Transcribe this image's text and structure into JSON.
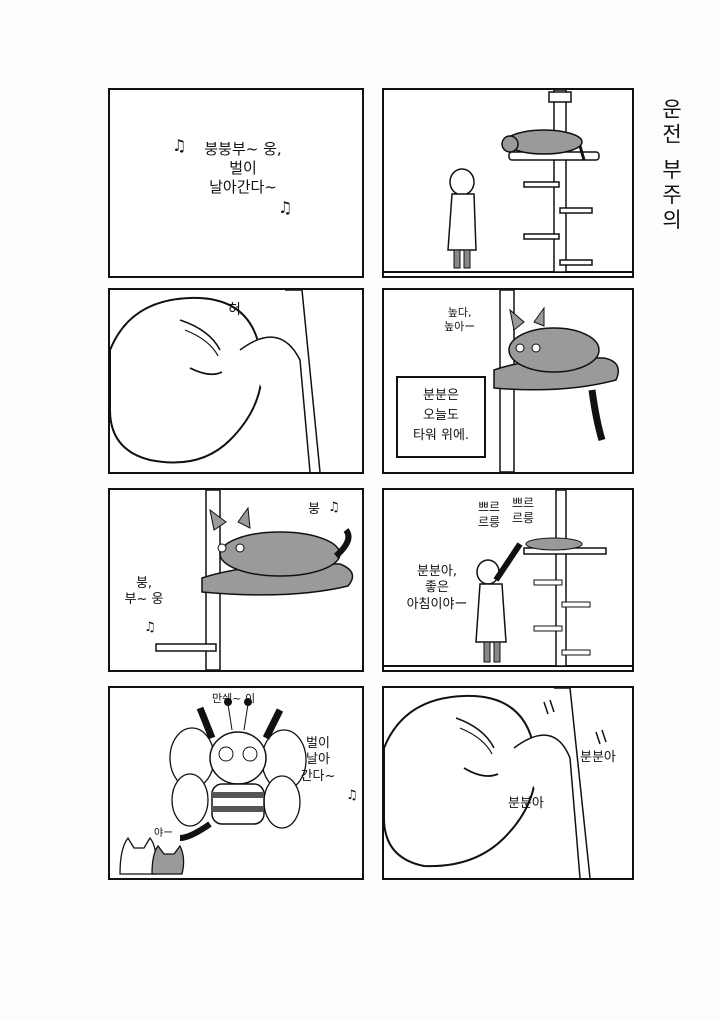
{
  "title": "운전 부주의",
  "panels": {
    "p1": {
      "song": "붕붕부~ 웅,\n벌이\n날아간다~"
    },
    "p3": {
      "sfx": "혀"
    },
    "p4": {
      "cat_voice": "높다,\n높아ー",
      "narration": "분분은\n오늘도\n타워 위에."
    },
    "p5": {
      "song_a": "붕",
      "song_b": "붕,\n부~ 웅"
    },
    "p6": {
      "sfx_a": "쁘르\n르릉",
      "sfx_b": "쁘르\n르릉",
      "speech": "분분아,\n좋은\n아침이야ー"
    },
    "p7": {
      "cheer": "만쉐~ 이",
      "song": "벌이\n날아\n간다~",
      "small": "야ー"
    },
    "p8": {
      "call_a": "분분아",
      "call_b": "분분아"
    }
  },
  "icons": [
    "music-note-icon"
  ],
  "colors": {
    "ink": "#111111",
    "tone": "#9a9a9a",
    "paper": "#ffffff"
  }
}
